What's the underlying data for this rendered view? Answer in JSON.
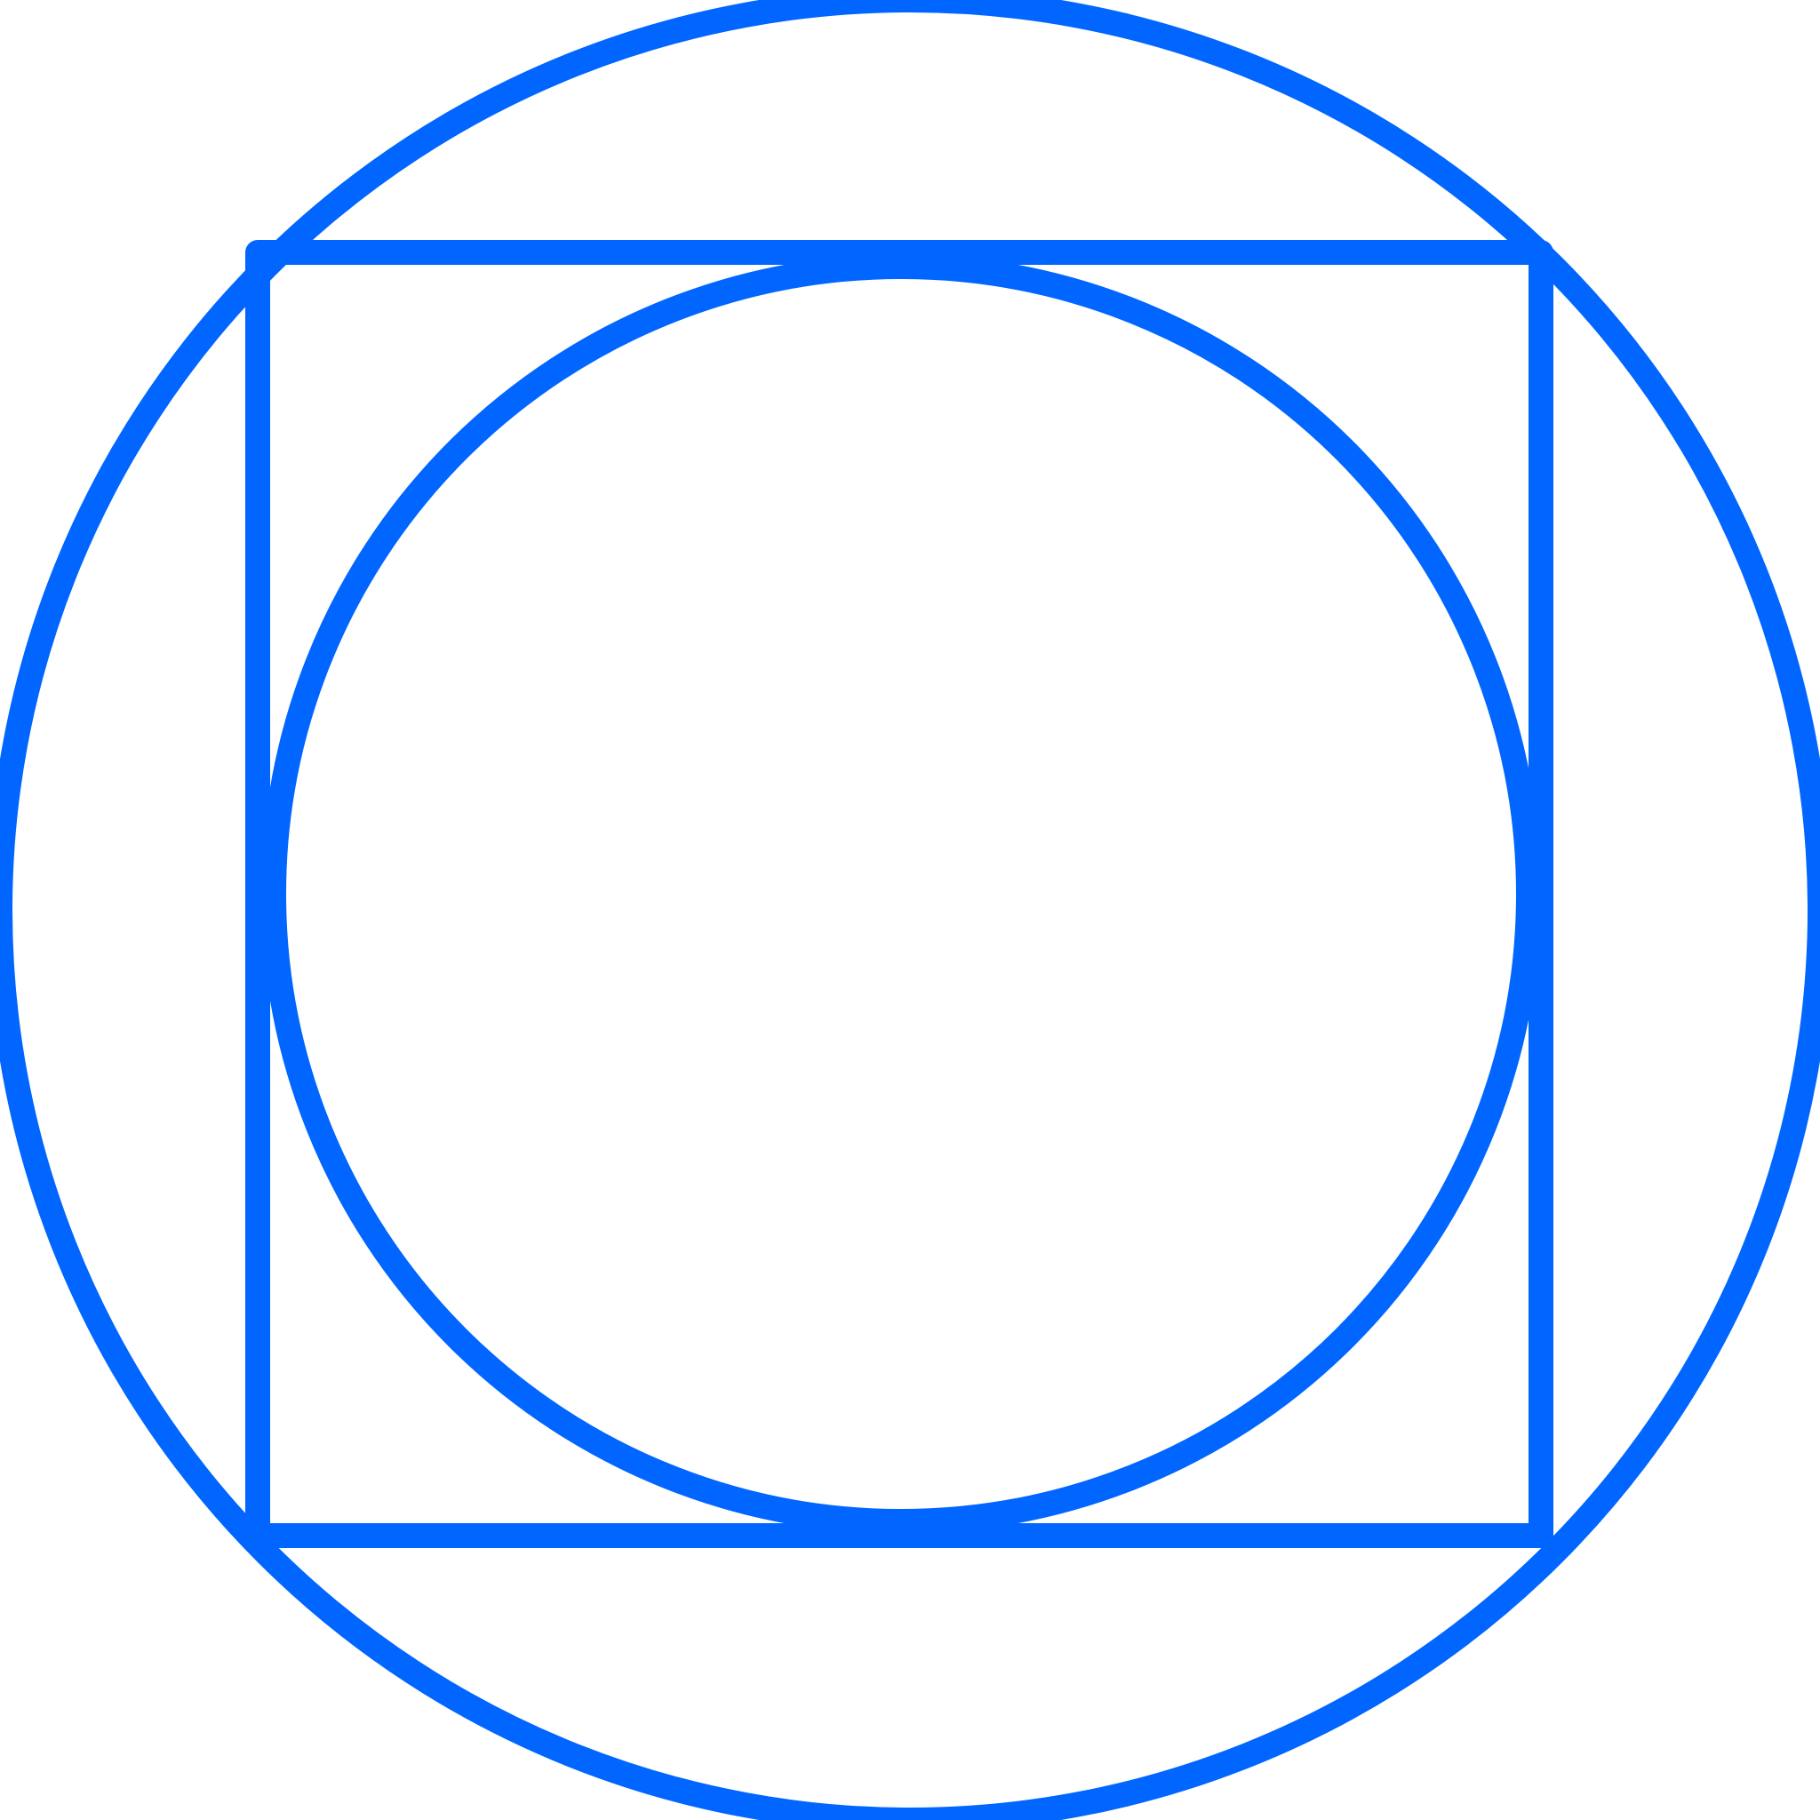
{
  "diagram": {
    "description_of_structure": "",
    "stroke_color": "#0066ff",
    "background_color": "#ffffff",
    "shapes": [
      {
        "kind": "circle",
        "role": "outer-circle"
      },
      {
        "kind": "square",
        "role": "inscribed-square"
      },
      {
        "kind": "circle",
        "role": "inner-circle"
      }
    ]
  }
}
